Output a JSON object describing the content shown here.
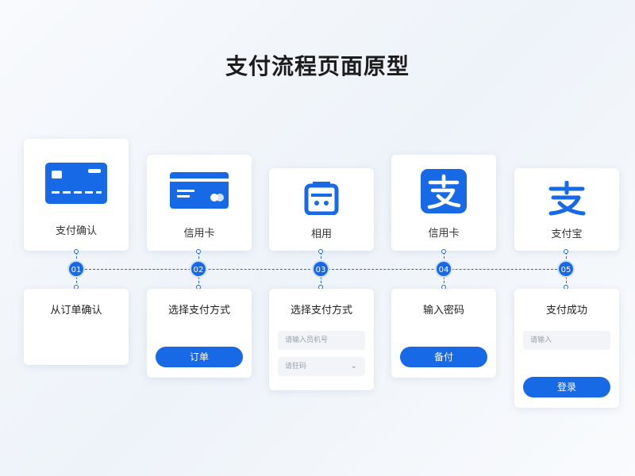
{
  "title": "支付流程页面原型",
  "colors": {
    "accent": "#1769e6",
    "text": "#222222",
    "field_bg": "#f2f4f7"
  },
  "icon_cards": [
    {
      "icon": "credit-card-icon",
      "label": "支付确认"
    },
    {
      "icon": "bank-card-icon",
      "label": "信用卡"
    },
    {
      "icon": "camera-icon",
      "label": "相用"
    },
    {
      "icon": "alipay-app-icon",
      "label": "信用卡"
    },
    {
      "icon": "alipay-logo-icon",
      "label": "支付宝"
    }
  ],
  "steps": [
    {
      "number": "01",
      "heading": "从订单确认"
    },
    {
      "number": "02",
      "heading": "选择支付方式",
      "button": "订单"
    },
    {
      "number": "03",
      "heading": "选择支付方式",
      "field1_placeholder": "请输入员机号",
      "field2_placeholder": "请狂码",
      "field2_chevron": "⌄"
    },
    {
      "number": "04",
      "heading": "输入密码",
      "button": "备付"
    },
    {
      "number": "05",
      "heading": "支付成功",
      "field1_placeholder": "请输入",
      "button": "登录"
    }
  ]
}
